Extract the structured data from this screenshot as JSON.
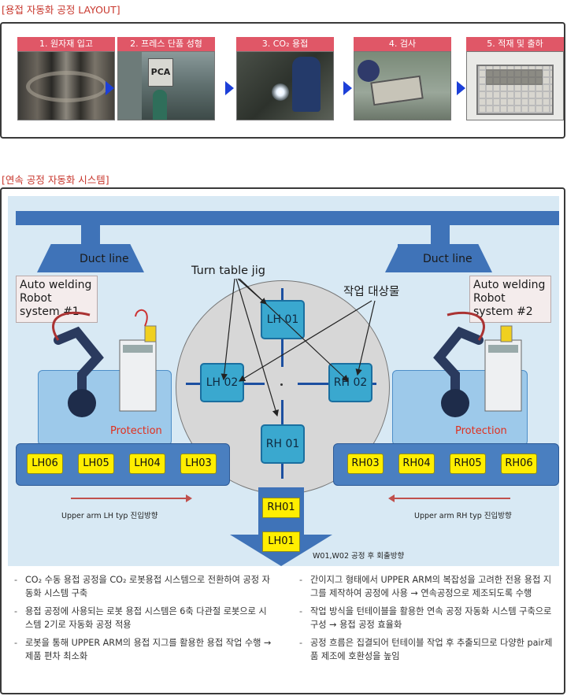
{
  "section1": {
    "title": "[용접 자동화 공정 LAYOUT]",
    "steps": [
      {
        "label": "1. 원자재 입고"
      },
      {
        "label": "2. 프레스 단품 성형",
        "photo_text": "PCA"
      },
      {
        "label": "3. CO₂ 용접"
      },
      {
        "label": "4. 검사"
      },
      {
        "label": "5. 적재 및 출하"
      }
    ]
  },
  "section2": {
    "title": "[연속 공정 자동화 시스템]",
    "duct_left": "Duct line",
    "duct_right": "Duct line",
    "robot_left": "Auto welding\nRobot\nsystem #1",
    "robot_right": "Auto welding\nRobot\nsystem #2",
    "protection_left": "Protection",
    "protection_right": "Protection",
    "turn_table_label": "Turn table jig",
    "target_label": "작업 대상물",
    "jigs": {
      "top": "LH 01",
      "left": "LH 02",
      "right": "RH 02",
      "bottom": "RH 01"
    },
    "left_tags": [
      "LH06",
      "LH05",
      "LH04",
      "LH03"
    ],
    "right_tags": [
      "RH03",
      "RH04",
      "RH05",
      "RH06"
    ],
    "left_direction": "Upper arm LH typ 진입방향",
    "right_direction": "Upper arm RH typ 진입방향",
    "out_tags": [
      "RH01",
      "LH01"
    ],
    "out_text": "W01,W02 공정 후 회출방향"
  },
  "bullets_left": [
    "CO₂ 수동 용접 공정을 CO₂ 로봇용접 시스템으로 전환하여 공정 자동화 시스템 구축",
    "용접 공정에 사용되는 로봇 용접 시스템은 6축 다관절 로봇으로 시스템 2기로 자동화 공정 적용",
    "로봇을 통해 UPPER ARM의 용접 지그를 활용한 용접 작업 수행 → 제품 편차 최소화"
  ],
  "bullets_right": [
    "간이지그 형태에서 UPPER ARM의 복잡성을 고려한 전용 용접 지그를 제작하여 공정에 사용 → 연속공정으로 제조되도록 수행",
    "작업 방식을 턴테이블을 활용한 연속 공정 자동화 시스템 구축으로 구성 → 용접 공정 효율화",
    "공정 흐름은 집결되어 턴테이블 작업 후 추출되므로 다양한 pair제품 제조에 호환성을 높임"
  ],
  "colors": {
    "section_title": "#c8372d",
    "step_label_bg": "#e05767",
    "flow_arrow": "#1c3fd8",
    "duct": "#3f73b8",
    "jig": "#3aa8cf",
    "tag": "#ffee00",
    "protection_text": "#e0301e"
  }
}
